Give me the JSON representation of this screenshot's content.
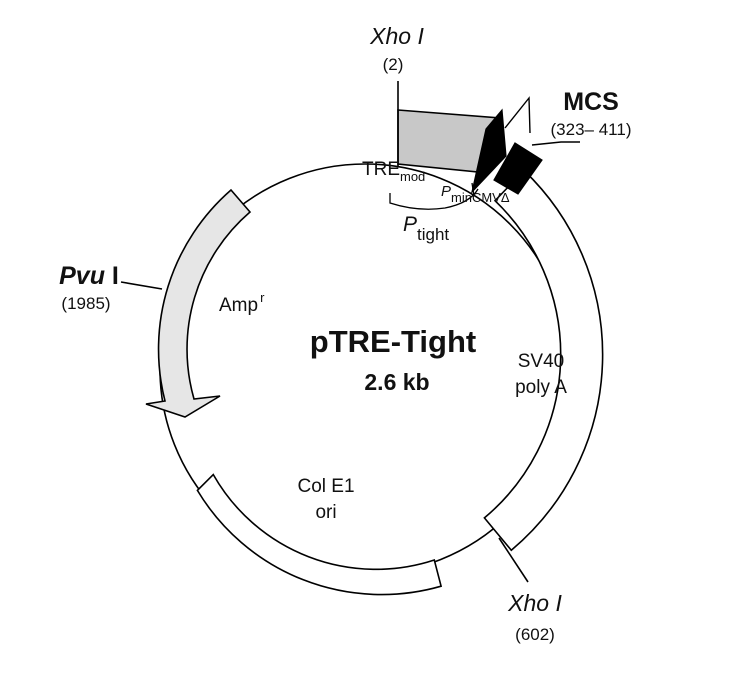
{
  "plasmid": {
    "name": "pTRE-Tight",
    "size": "2.6 kb"
  },
  "sites": {
    "xho1_top": {
      "name": "Xho I",
      "position": "(2)"
    },
    "mcs": {
      "name": "MCS",
      "position": "(323– 411)"
    },
    "pvu1": {
      "name_italic": "Pvu",
      "name_roman": " I",
      "position": "(1985)"
    },
    "xho1_bottom": {
      "name": "Xho I",
      "position": "(602)"
    }
  },
  "features": {
    "tre": {
      "base": "TRE",
      "sub": "mod"
    },
    "pmin": {
      "base": "P",
      "sub": "minCMVΔ"
    },
    "ptight": {
      "base": "P",
      "sub": "tight"
    },
    "amp": {
      "base": "Amp",
      "sup": "r"
    },
    "sv40": {
      "line1": "SV40",
      "line2": "poly A"
    },
    "ori": {
      "line1": "Col E1",
      "line2": "ori"
    }
  },
  "colors": {
    "tre_fill": "#c8c8c8",
    "amp_fill": "#e6e6e6",
    "promoter_fill": "#000000",
    "outline": "#000000"
  }
}
